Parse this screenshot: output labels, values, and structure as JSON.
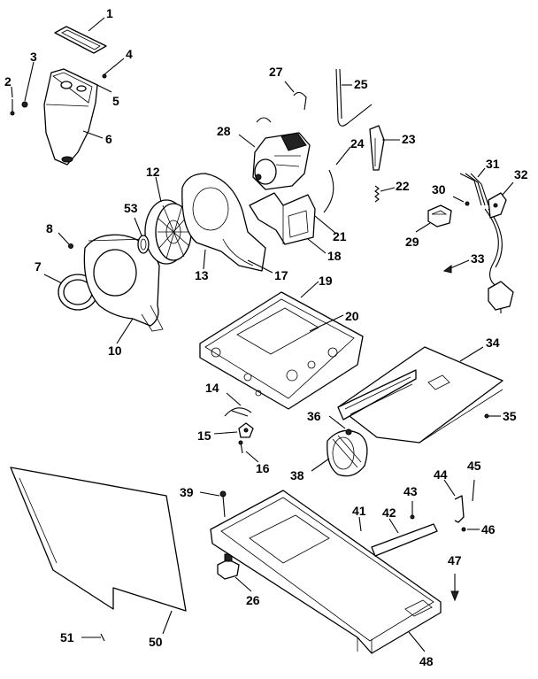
{
  "diagram": {
    "labels": {
      "p1": "1",
      "p2": "2",
      "p3": "3",
      "p4": "4",
      "p5": "5",
      "p6": "6",
      "p7": "7",
      "p8": "8",
      "p10": "10",
      "p12": "12",
      "p13": "13",
      "p14": "14",
      "p15": "15",
      "p16": "16",
      "p17": "17",
      "p18": "18",
      "p19": "19",
      "p20": "20",
      "p21": "21",
      "p22": "22",
      "p23": "23",
      "p24": "24",
      "p25": "25",
      "p26": "26",
      "p27": "27",
      "p28": "28",
      "p29": "29",
      "p30": "30",
      "p31": "31",
      "p32": "32",
      "p33": "33",
      "p34": "34",
      "p35": "35",
      "p36": "36",
      "p38": "38",
      "p39": "39",
      "p41": "41",
      "p42": "42",
      "p43": "43",
      "p44": "44",
      "p45": "45",
      "p46": "46",
      "p47": "47",
      "p48": "48",
      "p50": "50",
      "p51": "51",
      "p53": "53"
    }
  }
}
